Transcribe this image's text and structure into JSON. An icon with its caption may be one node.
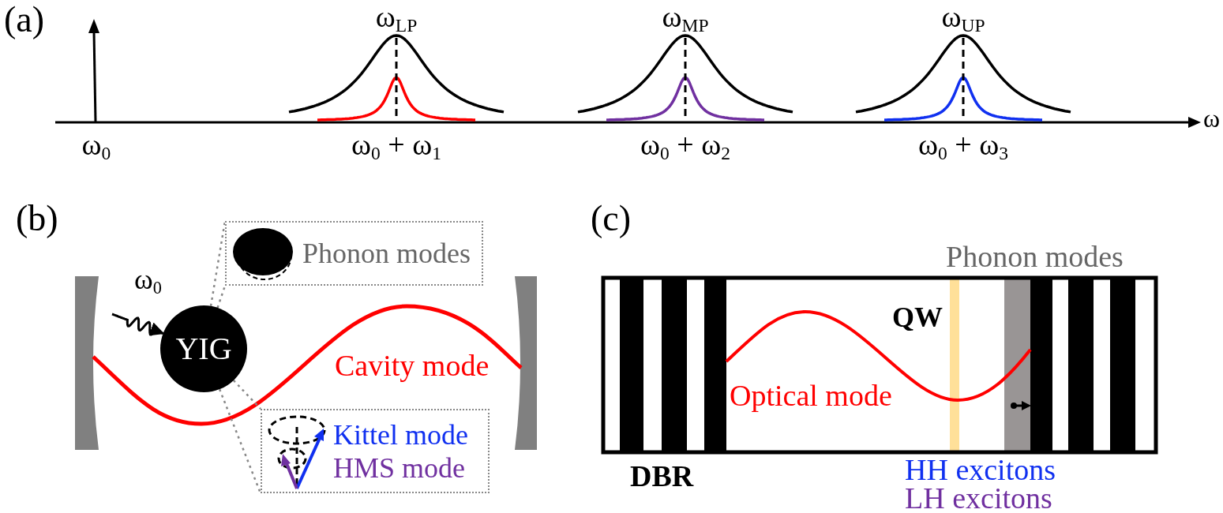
{
  "diagram": {
    "nodes": [
      {
        "text": [
          "YIG"
        ]
      },
      {
        "text": [
          "Phonon modes"
        ]
      },
      {
        "text": [
          "Kittel mode",
          "HMS mode"
        ]
      }
    ],
    "edges": [
      {
        "from": 0,
        "to": 1,
        "arrow": "none",
        "style": "dashed"
      },
      {
        "from": 0,
        "to": 1,
        "arrow": "none",
        "style": "dashed"
      },
      {
        "from": 0,
        "to": 2,
        "arrow": "none",
        "style": "dashed"
      },
      {
        "from": 0,
        "to": 2,
        "arrow": "none",
        "style": "dashed"
      },
      {
        "from": null,
        "to": 0,
        "arrow": "to",
        "label": "ω$_{0}$",
        "color": "#000000"
      }
    ],
    "labels": [
      "(a)",
      "ω$_{LP}$",
      "ω$_{MP}$",
      "ω$_{UP}$",
      "ω$_{0}$",
      "ω$_{0}$ + ω$_{1}$",
      "ω$_{0}$ + ω$_{2}$",
      "ω$_{0}$ + ω$_{3}$",
      "ω",
      "(b)",
      "Cavity mode",
      "(c)",
      "Phonon modes",
      "QW",
      "Optical mode",
      "DBR",
      "HH excitons",
      "LH excitons"
    ]
  }
}
